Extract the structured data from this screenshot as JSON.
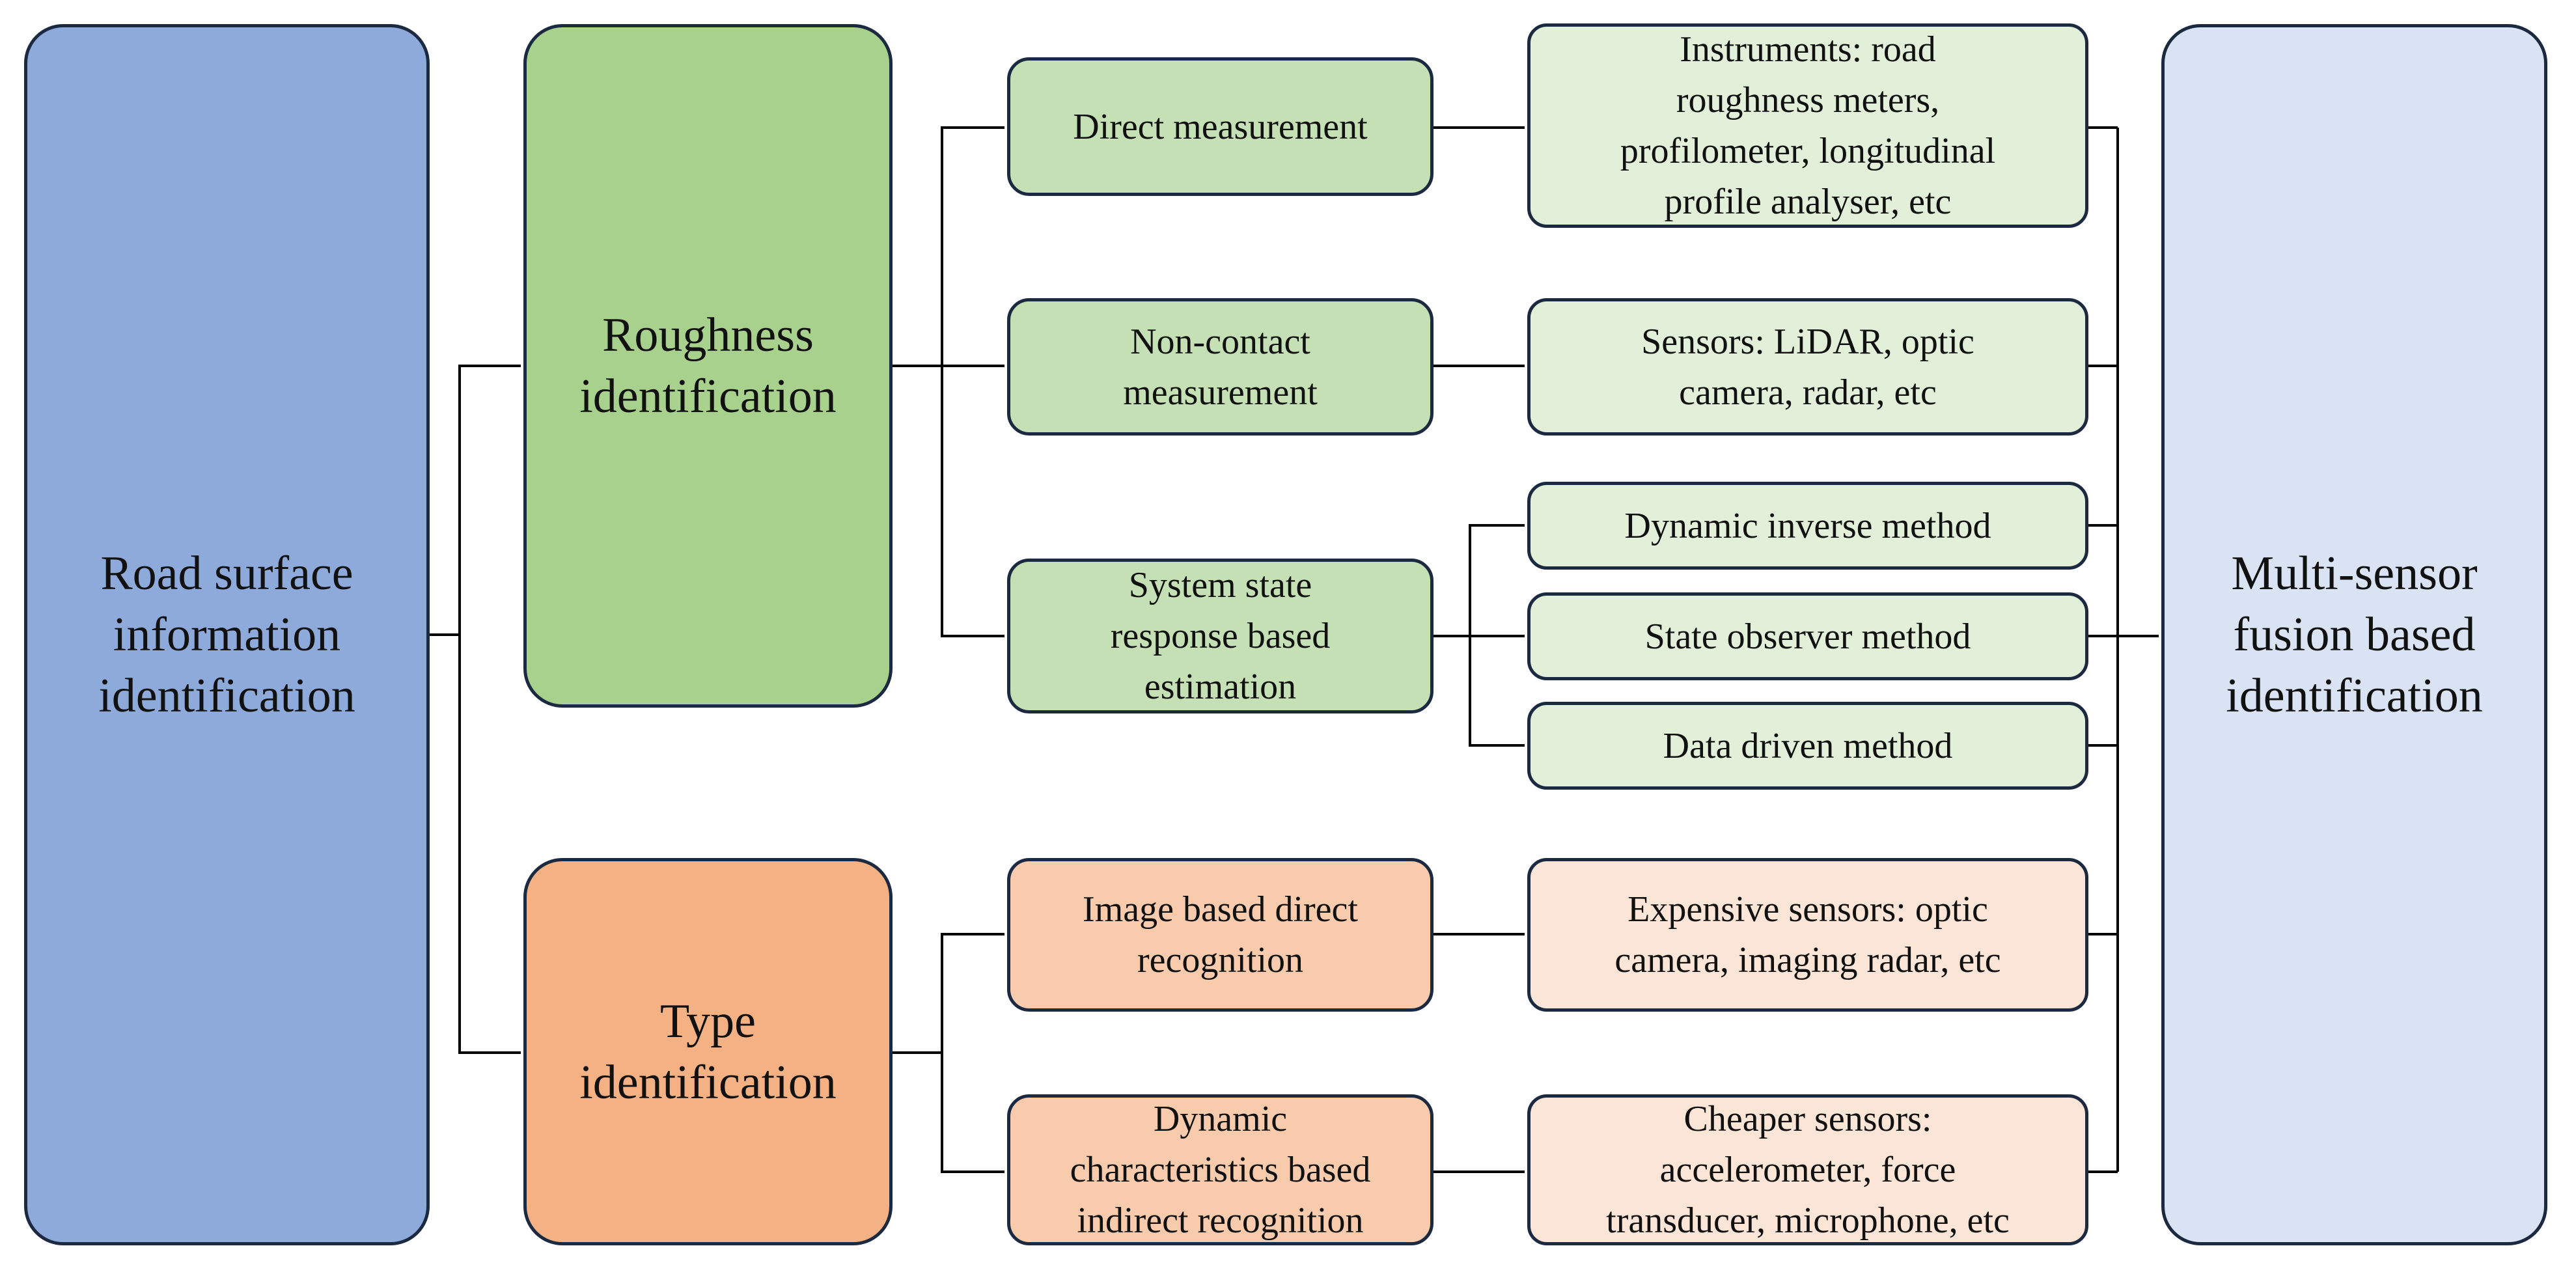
{
  "colors": {
    "stroke": "#1b2a41",
    "root_fill": "#8eaadb",
    "roughness_fill": "#a9d18e",
    "roughness_child_fill": "#c5e0b4",
    "roughness_leaf_fill": "#e2f0d9",
    "type_fill": "#f4b183",
    "type_child_fill": "#f8cbad",
    "type_leaf_fill": "#fbe5d6",
    "fusion_fill": "#dae3f3"
  },
  "nodes": {
    "root": "Road surface\ninformation\nidentification",
    "roughness": "Roughness\nidentification",
    "type": "Type\nidentification",
    "direct": "Direct measurement",
    "noncontact": "Non-contact\nmeasurement",
    "system_state": "System state\nresponse based\nestimation",
    "instruments": "Instruments: road\nroughness meters,\nprofilometer, longitudinal\nprofile analyser, etc",
    "sensors": "Sensors: LiDAR, optic\ncamera, radar, etc",
    "dynamic_inverse": "Dynamic inverse method",
    "state_observer": "State observer method",
    "data_driven": "Data driven method",
    "image_based": "Image based direct\nrecognition",
    "dynamic_char": "Dynamic\ncharacteristics based\nindirect recognition",
    "expensive": "Expensive sensors: optic\ncamera, imaging radar, etc",
    "cheaper": "Cheaper sensors:\naccelerometer, force\ntransducer, microphone, etc",
    "fusion": "Multi-sensor\nfusion based\nidentification"
  }
}
